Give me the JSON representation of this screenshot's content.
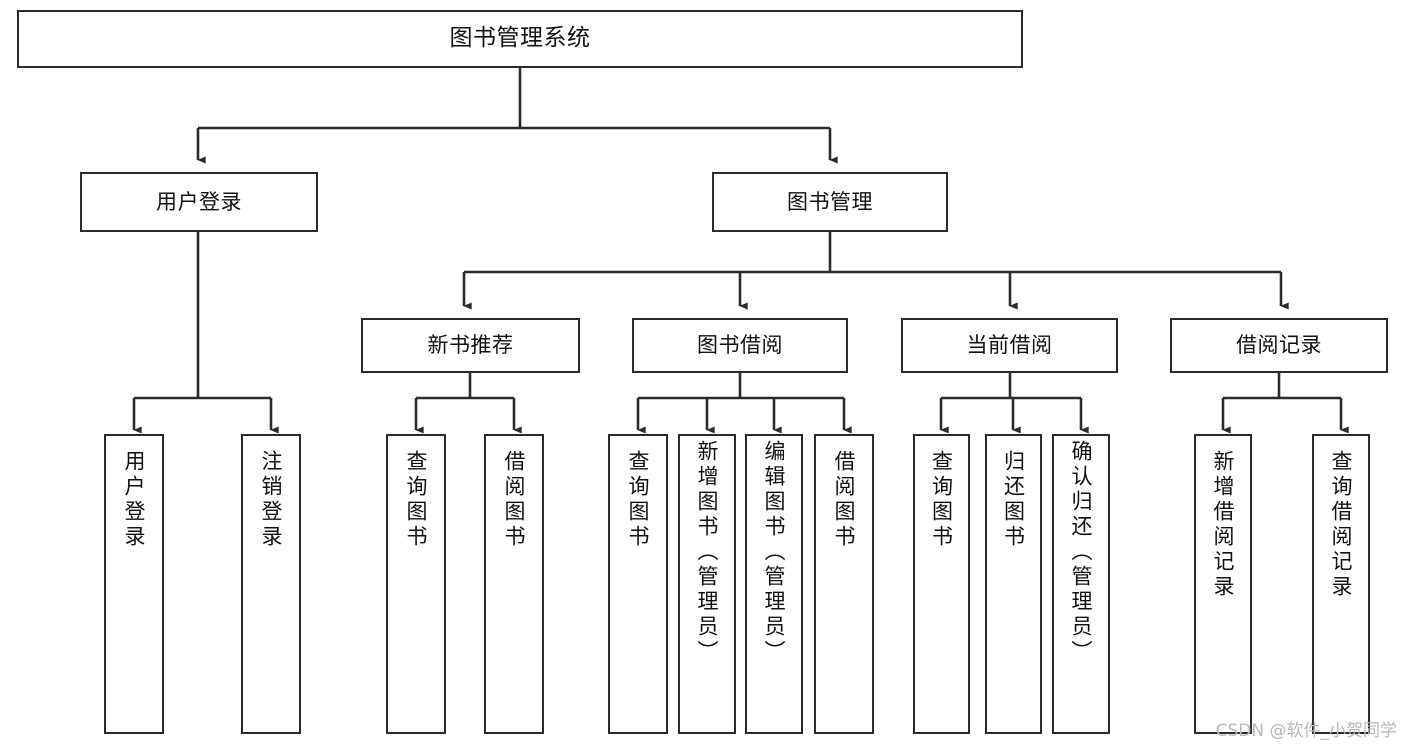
{
  "diagram": {
    "type": "hierarchy-tree",
    "title": "图书管理系统",
    "watermark": "CSDN @软件_小贺同学",
    "colors": {
      "stroke": "#2b2b2b",
      "fill": "#ffffff",
      "text": "#111111",
      "watermark": "#b8b8b8"
    },
    "nodes": {
      "root": {
        "label": "图书管理系统"
      },
      "level1": [
        {
          "label": "用户登录"
        },
        {
          "label": "图书管理"
        }
      ],
      "level2": [
        {
          "label": "新书推荐"
        },
        {
          "label": "图书借阅"
        },
        {
          "label": "当前借阅"
        },
        {
          "label": "借阅记录"
        }
      ],
      "leaves": [
        {
          "label": "用户登录",
          "parent": "用户登录"
        },
        {
          "label": "注销登录",
          "parent": "用户登录"
        },
        {
          "label": "查询图书",
          "parent": "新书推荐"
        },
        {
          "label": "借阅图书",
          "parent": "新书推荐"
        },
        {
          "label": "查询图书",
          "parent": "图书借阅"
        },
        {
          "label": "新增图书（管理员）",
          "parent": "图书借阅"
        },
        {
          "label": "编辑图书（管理员）",
          "parent": "图书借阅"
        },
        {
          "label": "借阅图书",
          "parent": "图书借阅"
        },
        {
          "label": "查询图书",
          "parent": "当前借阅"
        },
        {
          "label": "归还图书",
          "parent": "当前借阅"
        },
        {
          "label": "确认归还（管理员）",
          "parent": "当前借阅"
        },
        {
          "label": "新增借阅记录",
          "parent": "借阅记录"
        },
        {
          "label": "查询借阅记录",
          "parent": "借阅记录"
        }
      ]
    }
  }
}
